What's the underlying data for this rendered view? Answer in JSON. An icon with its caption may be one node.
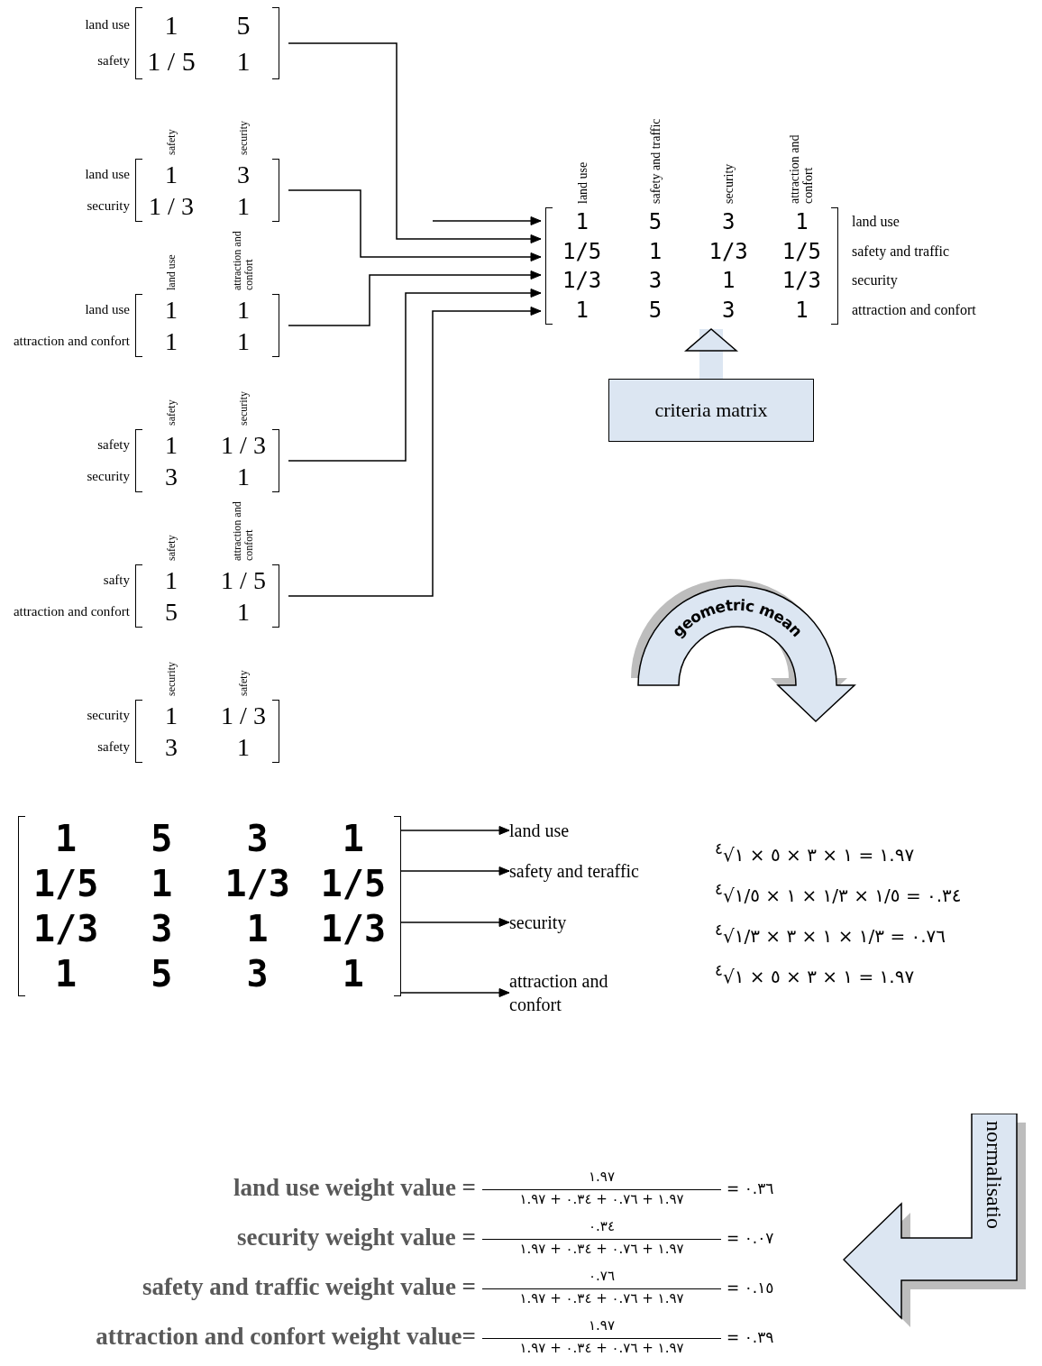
{
  "diagram": {
    "nodes": [
      {
        "text": [
          "land use",
          "safety",
          "1",
          "5",
          "1 / 5",
          "1"
        ]
      },
      {
        "text": [
          "safety",
          "security",
          "land use",
          "security",
          "1",
          "3",
          "1 / 3",
          "1"
        ]
      },
      {
        "text": [
          "land use",
          "attraction and confort",
          "land use",
          "attraction and confort",
          "1",
          "1",
          "1",
          "1"
        ]
      },
      {
        "text": [
          "safety",
          "security",
          "safety",
          "security",
          "1",
          "1 / 3",
          "3",
          "1"
        ]
      },
      {
        "text": [
          "safety",
          "attraction and confort",
          "safty",
          "attraction and confort",
          "1",
          "1 / 5",
          "5",
          "1"
        ]
      },
      {
        "text": [
          "security",
          "safety",
          "security",
          "safety",
          "1",
          "1 / 3",
          "3",
          "1"
        ]
      },
      {
        "text": [
          "land use",
          "safety and traffic",
          "security",
          "attraction and confort",
          "land use",
          "safety and traffic",
          "security",
          "attraction and confort",
          "1",
          "5",
          "3",
          "1",
          "1/5",
          "1",
          "1/3",
          "1/5",
          "1/3",
          "3",
          "1",
          "1/3",
          "1",
          "5",
          "3",
          "1"
        ]
      },
      {
        "text": [
          "criteria matrix"
        ]
      },
      {
        "text": [
          "geometric mean"
        ]
      },
      {
        "text": [
          "1",
          "5",
          "3",
          "1",
          "1/5",
          "1",
          "1/3",
          "1/5",
          "1/3",
          "3",
          "1",
          "1/3",
          "1",
          "5",
          "3",
          "1"
        ]
      },
      {
        "text": [
          "land use"
        ]
      },
      {
        "text": [
          "safety and teraffic"
        ]
      },
      {
        "text": [
          "security"
        ]
      },
      {
        "text": [
          "attraction and confort"
        ]
      },
      {
        "text": [
          "normalisatio"
        ]
      }
    ],
    "edges": [
      {
        "from": null,
        "to": 6,
        "arrow": "to"
      },
      {
        "from": 0,
        "to": 6,
        "arrow": "to"
      },
      {
        "from": 1,
        "to": 6,
        "arrow": "to"
      },
      {
        "from": 2,
        "to": 6,
        "arrow": "to"
      },
      {
        "from": 3,
        "to": 6,
        "arrow": "to"
      },
      {
        "from": 4,
        "to": 6,
        "arrow": "to"
      },
      {
        "from": 7,
        "to": 6,
        "arrow": "to",
        "style": "thick",
        "color": "#dce6f2"
      },
      {
        "from": 9,
        "to": 10,
        "arrow": "to"
      },
      {
        "from": 9,
        "to": 11,
        "arrow": "to"
      },
      {
        "from": 9,
        "to": 12,
        "arrow": "to"
      },
      {
        "from": 9,
        "to": 13,
        "arrow": "to"
      }
    ],
    "labels": [
      "$^{٤}$√١ × ٥ × ٣ × ١ = ١.٩٧",
      "$^{٤}$√١/٥ × ١ × ١/٣ × ١/٥ = ٠.٣٤",
      "$^{٤}$√١/٣ × ٣ × ١ × ١/٣ = ٠.٧٦",
      "$^{٤}$√١ × ٥ × ٣ × ١ = ١.٩٧",
      "land use weight value =",
      "١.٩٧",
      "١.٩٧ + ٠.٣٤ + ٠.٧٦ + ١.٩٧",
      "= ٠.٣٦",
      "security weight value =",
      "٠.٣٤",
      "١.٩٧ + ٠.٣٤ + ٠.٧٦ + ١.٩٧",
      "= ٠.٠٧",
      "safety and traffic weight value =",
      "٠.٧٦",
      "١.٩٧ + ٠.٣٤ + ٠.٧٦ + ١.٩٧",
      "= ٠.١٥",
      "attraction and confort weight value=",
      "١.٩٧",
      "١.٩٧ + ٠.٣٤ + ٠.٧٦ + ١.٩٧",
      "= ٠.٣٩"
    ]
  }
}
